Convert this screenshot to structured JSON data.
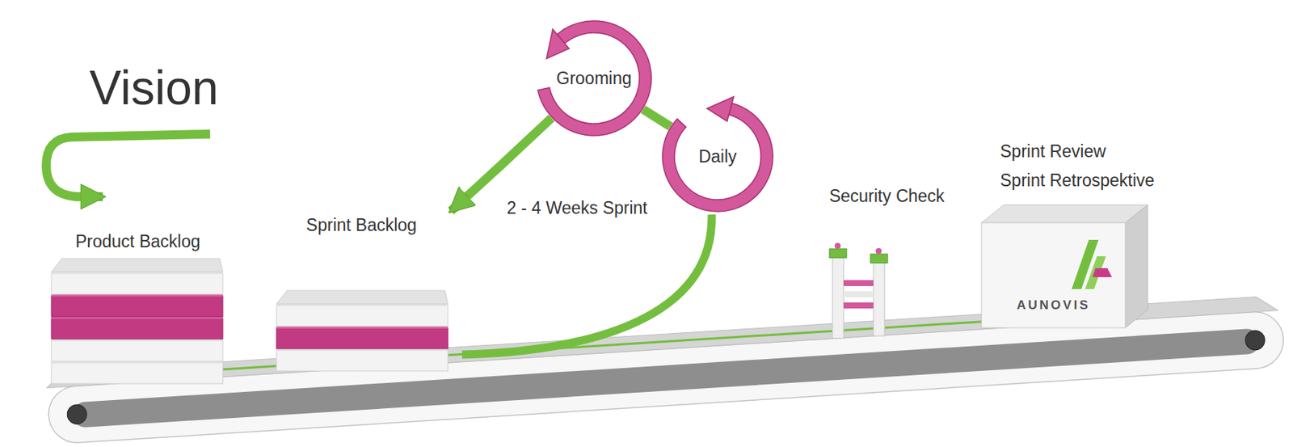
{
  "diagram": {
    "nodes": [
      {
        "text": [
          "Product Backlog"
        ]
      },
      {
        "text": [
          "Sprint Backlog"
        ]
      },
      {
        "text": [
          "Grooming"
        ]
      },
      {
        "text": [
          "Daily"
        ]
      },
      {
        "text": [
          "Security Check"
        ]
      },
      {
        "text": [
          "Sprint Review",
          "Sprint Retrospektive",
          "AUNOVIS"
        ]
      }
    ],
    "edges": [
      {
        "from": 2,
        "to": 1,
        "arrow": "to"
      },
      {
        "from": 2,
        "to": 3,
        "arrow": "none"
      }
    ],
    "labels": [
      "Vision",
      "2 - 4 Weeks Sprint"
    ]
  }
}
